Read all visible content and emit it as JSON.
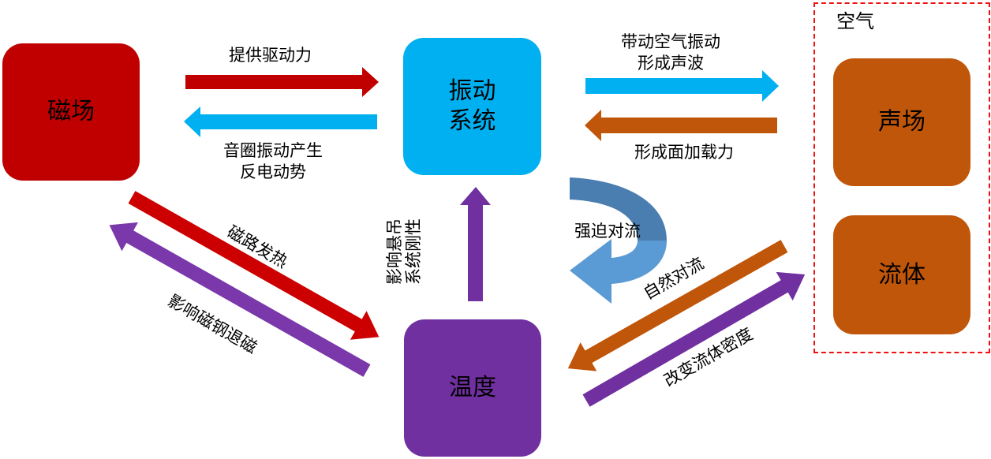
{
  "nodes": {
    "magnetic_field": {
      "label": "磁场",
      "color": "#c00000"
    },
    "vibration_system": {
      "label_line1": "振动",
      "label_line2": "系统",
      "color": "#00b0f0"
    },
    "temperature": {
      "label": "温度",
      "color": "#7030a0"
    },
    "sound_field": {
      "label": "声场",
      "color": "#c0560a"
    },
    "fluid": {
      "label": "流体",
      "color": "#c0560a"
    }
  },
  "group": {
    "label": "空气",
    "border_color": "#ee1111"
  },
  "edges": {
    "drive_force": {
      "label": "提供驱动力",
      "color": "#c00000"
    },
    "back_emf": {
      "label_line1": "音圈振动产生",
      "label_line2": "反电动势",
      "color": "#00b0f0"
    },
    "sound_wave": {
      "label_line1": "带动空气振动",
      "label_line2": "形成声波",
      "color": "#00b0f0"
    },
    "surface_load": {
      "label": "形成面加载力",
      "color": "#c0560a"
    },
    "magnetic_heat": {
      "label": "磁路发热",
      "color": "#cc0000"
    },
    "demagnetization": {
      "label": "影响磁钢退磁",
      "color": "#7a38ab"
    },
    "suspension_stiffness": {
      "label_line1": "影响悬吊",
      "label_line2": "系统刚性",
      "color": "#7030a0"
    },
    "forced_convection": {
      "label": "强迫对流",
      "color_top": "#4a7eb0",
      "color_bottom": "#5b9bd5"
    },
    "natural_convection": {
      "label": "自然对流",
      "color": "#c0560a"
    },
    "fluid_density": {
      "label": "改变流体密度",
      "color": "#7030a0"
    }
  }
}
